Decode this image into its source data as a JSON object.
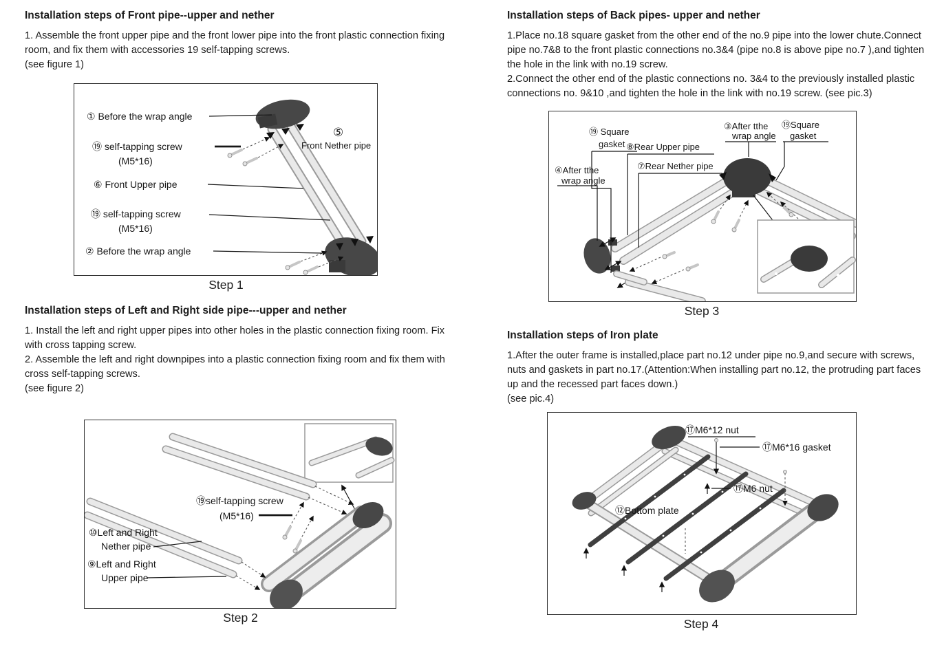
{
  "colors": {
    "text": "#1c1c1c",
    "figure_border": "#2e2e2e",
    "pipe_light": "#e9e9e9",
    "pipe_outline": "#9a9a9a",
    "connector_dark": "#474747"
  },
  "sections": {
    "front_pipe": {
      "heading": "Installation steps of Front pipe--upper and nether",
      "para1": "1. Assemble the front upper pipe and the front lower pipe into the front plastic connection fixing room, and fix them with accessories 19 self-tapping screws.",
      "para2": "(see figure 1)",
      "figure": {
        "caption": "Step 1",
        "labels": {
          "wrap_top": "① Before the wrap angle",
          "screw1_l1": "⑲   self-tapping screw",
          "screw1_l2": "(M5*16)",
          "upper_pipe": "⑥   Front Upper pipe",
          "screw2_l1": "⑲  self-tapping screw",
          "screw2_l2": "(M5*16)",
          "wrap_bottom": "② Before the wrap angle",
          "nether_num": "⑤",
          "nether_name": "Front Nether pipe"
        }
      }
    },
    "side_pipe": {
      "heading": "Installation steps of Left and Right side pipe---upper and nether",
      "para1": "1. Install the left and right upper pipes into other holes in the plastic connection fixing room. Fix with cross tapping screw.",
      "para2": "2. Assemble the left and right downpipes into a plastic connection fixing room and fix them with cross self-tapping screws.",
      "para3": "(see figure 2)",
      "figure": {
        "caption": "Step 2",
        "labels": {
          "screw_l1": "⑲self-tapping screw",
          "screw_l2": "(M5*16)",
          "nether_l1": "⑩Left and Right",
          "nether_l2": "Nether pipe",
          "upper_l1": "⑨Left and Right",
          "upper_l2": "Upper pipe"
        }
      }
    },
    "back_pipe": {
      "heading": "Installation steps of Back pipes- upper and nether",
      "para1": "1.Place no.18 square gasket from the other end of the no.9 pipe into the lower chute.Connect pipe no.7&8 to the front plastic connections no.3&4 (pipe no.8 is above pipe no.7 ),and tighten the hole in the link with no.19 screw.",
      "para2": "2.Connect the other end of the plastic connections no. 3&4 to the previously installed plastic connections no. 9&10 ,and tighten the hole in the link with no.19 screw. (see pic.3)",
      "figure": {
        "caption": "Step 3",
        "labels": {
          "gasket_left_l1": "⑲ Square",
          "gasket_left_l2": "gasket",
          "rear_upper": "⑧Rear Upper pipe",
          "rear_nether": "⑦Rear Nether pipe",
          "wrap_left_l1": "④After tthe",
          "wrap_left_l2": "wrap angle",
          "wrap_right_l1": "③After tthe",
          "wrap_right_l2": "wrap angle",
          "gasket_right_l1": "⑲Square",
          "gasket_right_l2": "gasket"
        }
      }
    },
    "iron_plate": {
      "heading": "Installation steps of Iron plate",
      "para1": "1.After the outer frame is installed,place part no.12 under pipe no.9,and secure with screws, nuts and gaskets in part no.17.(Attention:When installing part no.12, the protruding part faces up and the recessed part faces down.)",
      "para2": "(see pic.4)",
      "figure": {
        "caption": "Step 4",
        "labels": {
          "nut_m612": "⑰M6*12 nut",
          "gasket_m616": "⑰M6*16 gasket",
          "nut_m6": "⑰M6 nut",
          "bottom_plate": "⑫Bottom plate"
        }
      }
    }
  }
}
